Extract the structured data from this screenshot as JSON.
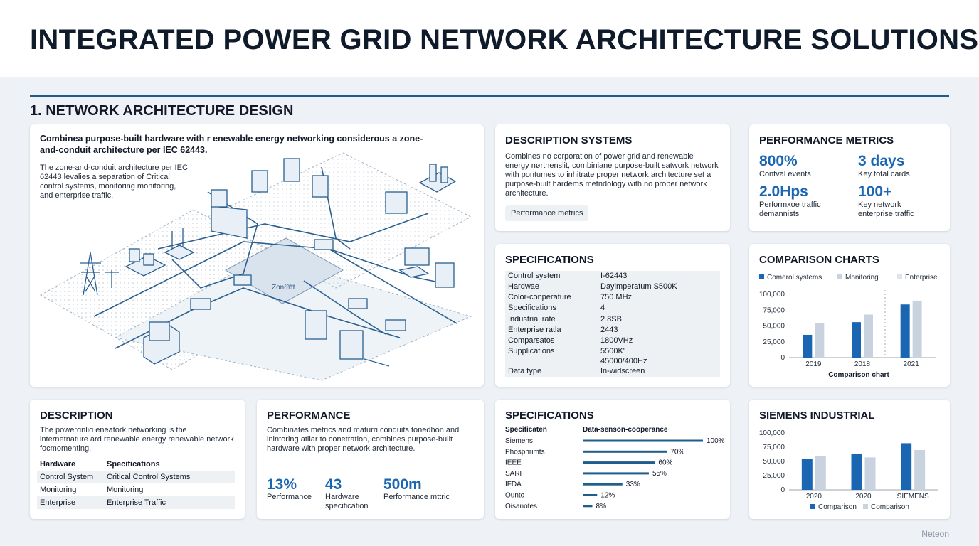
{
  "title": "INTEGRATED POWER GRID NETWORK ARCHITECTURE SOLUTIONS",
  "section_title": "1. NETWORK ARCHITECTURE DESIGN",
  "diagram": {
    "headline": "Combinea purpose-built hardware with r enewable energy networking considerous a zone-and-conduit architecture per IEC 62443.",
    "body": "The zone-and-conduit architecture per IEC 62443 levalies a separation of Critical control systems, monitoring monitoring, and enterprise traffic.",
    "zone_label": "Zonℓℓℓft"
  },
  "desc_systems": {
    "title": "DESCRIPTION SYSTEMS",
    "body": "Combines no corporation of power grid and renewable energy nørthenslit, combiniane purpose-built satwork network with pontumes to inhitrate proper network architecture set a purpose-built hardems metndology with no proper network architecture.",
    "tag": "Performance metrics"
  },
  "perf_metrics": {
    "title": "PERFORMANCE METRICS",
    "items": [
      {
        "value": "800%",
        "label": "Contval events"
      },
      {
        "value": "3 days",
        "label": "Key total cards"
      },
      {
        "value": "2.0Hps",
        "label": "Performxoe traffic demannists"
      },
      {
        "value": "100+",
        "label": "Key network enterprise traffic"
      }
    ]
  },
  "specs1": {
    "title": "SPECIFICATIONS",
    "rows": [
      {
        "k": "Control system",
        "v": "I-62443"
      },
      {
        "k": "Hardwae",
        "v": "Dayimperatum S500K"
      },
      {
        "k": "Color-conperature",
        "v": "750 MHz"
      },
      {
        "k": "Specifications",
        "v": "4"
      },
      {
        "k": "Industrial rate",
        "v": "2 8SB"
      },
      {
        "k": "Enterprise ratla",
        "v": "2443"
      },
      {
        "k": "Comparsatos",
        "v": "1800VHz"
      },
      {
        "k": "Supplications",
        "v": "5500K'"
      },
      {
        "k": "",
        "v": "45000/400Hz"
      },
      {
        "k": "Data type",
        "v": "In-widscreen"
      }
    ]
  },
  "comparison": {
    "title": "COMPARISON CHARTS",
    "caption": "Comparison chart"
  },
  "description": {
    "title": "DESCRIPTION",
    "body": "The powerɑnliɑ eneatork networking is the internetnature ard renewable energy renewable network focmomenting.",
    "table_header": {
      "k": "Hardware",
      "v": "Specifications"
    },
    "rows": [
      {
        "k": "Control System",
        "v": "Critical Control Systems"
      },
      {
        "k": "Monitoring",
        "v": "Monitoring"
      },
      {
        "k": "Enterprise",
        "v": "Enterprise Traffic"
      }
    ]
  },
  "performance": {
    "title": "PERFORMANCE",
    "body": "Combinates metrics and maturri.conduits tonedhon and inintoring atilar to conetration, combines purpose-built hardware with proper network architecture.",
    "items": [
      {
        "value": "13%",
        "label": "Performance"
      },
      {
        "value": "43",
        "label": "Hardware specification"
      },
      {
        "value": "500m",
        "label": "Performance mttric"
      }
    ]
  },
  "specs2": {
    "title": "SPECIFICATIONS",
    "col1": "Specificaten",
    "col2": "Data-senson-cooperance"
  },
  "siemens": {
    "title": "SIEMENS INDUSTRIAL"
  },
  "watermark": "Neteon",
  "colors": {
    "primary": "#1a66b3",
    "secondary": "#c9d3df",
    "tertiary": "#dfe4ea",
    "line": "#1f5d8c"
  },
  "chart_data": [
    {
      "type": "bar",
      "title": "COMPARISON CHARTS",
      "xlabel": "Comparison chart",
      "categories": [
        "2019",
        "2018",
        "2021"
      ],
      "series": [
        {
          "name": "Comerol systems",
          "values": [
            36000,
            56000,
            84000
          ]
        },
        {
          "name": "Monitoring",
          "values": [
            54000,
            68000,
            90000
          ]
        },
        {
          "name": "Enterprise",
          "values": []
        }
      ],
      "yticks": [
        "100,000",
        "75,000",
        "50,000",
        "25,000",
        "0"
      ],
      "ylim": [
        0,
        100000
      ],
      "legend": "top"
    },
    {
      "type": "bar",
      "orientation": "horizontal",
      "title": "SPECIFICATIONS",
      "categories": [
        "Siemens",
        "Phosphrimts",
        "IEEE",
        "SARH",
        "IFDA",
        "Ounto",
        "Oisanotes"
      ],
      "values": [
        100,
        70,
        60,
        55,
        33,
        12,
        8
      ],
      "value_labels": [
        "100%",
        "70%",
        "60%",
        "55%",
        "33%",
        "12%",
        "8%"
      ],
      "xlim": [
        0,
        100
      ]
    },
    {
      "type": "bar",
      "title": "SIEMENS INDUSTRIAL",
      "categories": [
        "2020",
        "2020",
        "SIEMENS"
      ],
      "series": [
        {
          "name": "Comparison",
          "values": [
            54000,
            63000,
            82000
          ]
        },
        {
          "name": "Comparison",
          "values": [
            59000,
            57000,
            70000
          ]
        }
      ],
      "yticks": [
        "100,000",
        "75,000",
        "50,000",
        "25,000",
        "0"
      ],
      "ylim": [
        0,
        100000
      ],
      "legend": "bottom"
    }
  ]
}
